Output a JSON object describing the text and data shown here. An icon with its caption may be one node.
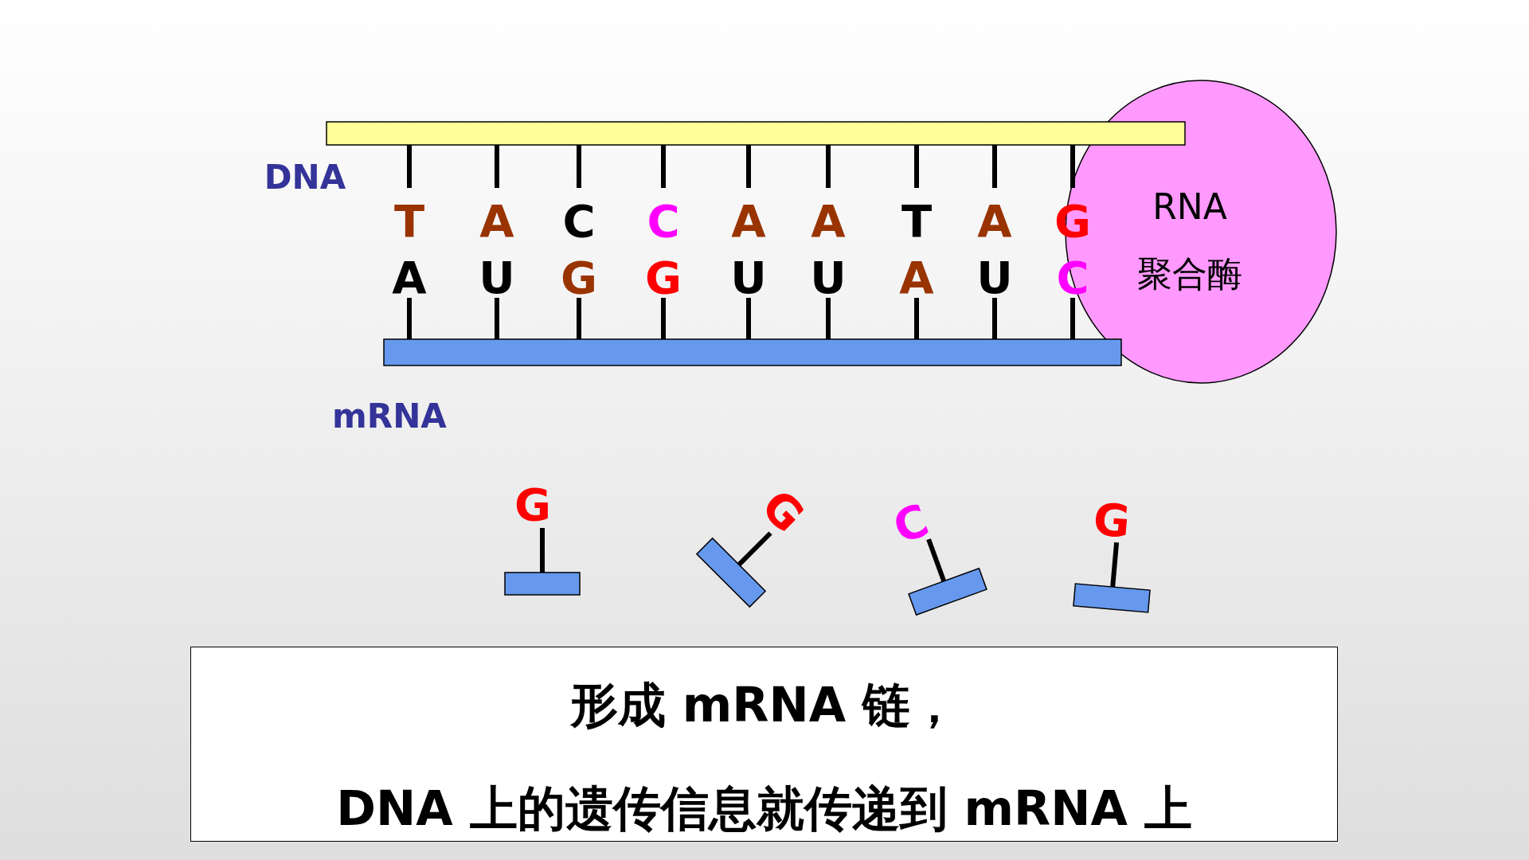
{
  "diagram": {
    "nodes": [
      {
        "text": [
          "RNA 聚合酶"
        ]
      },
      {
        "text": [
          "形成 mRNA 链，",
          "DNA 上的遗传信息就传递到 mRNA 上"
        ]
      }
    ],
    "labels": [
      "DNA",
      "T",
      "A",
      "C",
      "C",
      "A",
      "A",
      "T",
      "A",
      "G",
      "A",
      "U",
      "G",
      "G",
      "U",
      "U",
      "A",
      "U",
      "C",
      "mRNA",
      "G",
      "G",
      "C",
      "G"
    ]
  }
}
